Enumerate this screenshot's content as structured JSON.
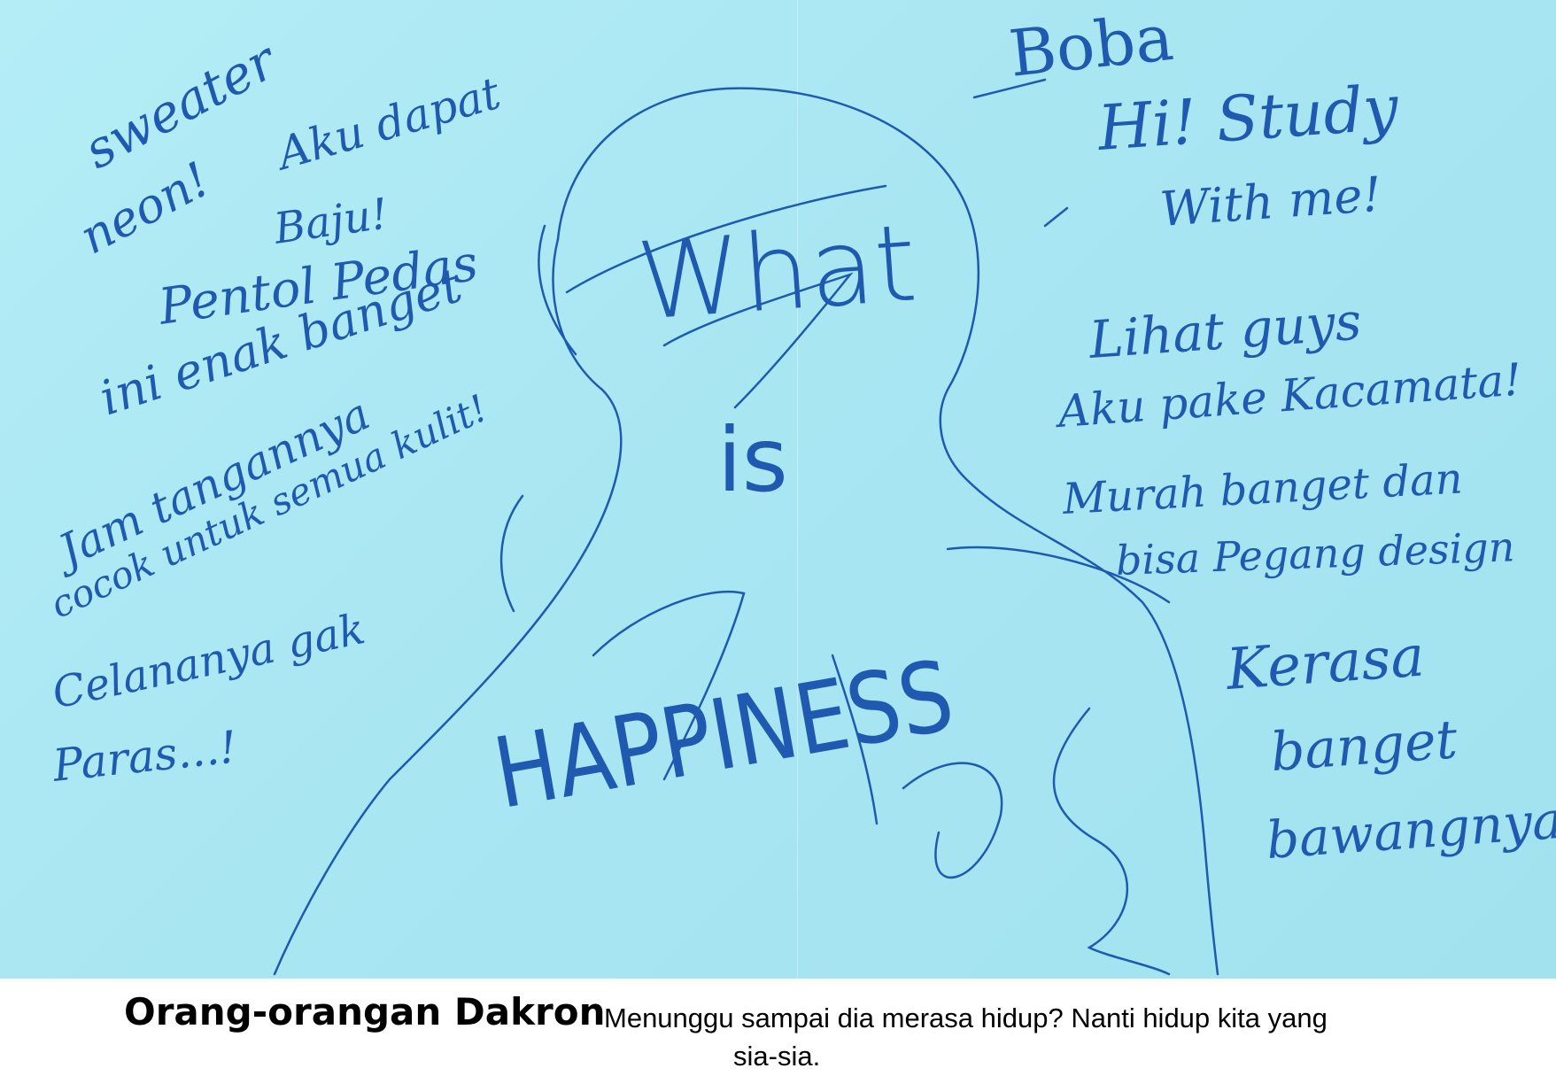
{
  "notes": {
    "sweater": "sweater",
    "neon": "neon!",
    "aku_dapat": "Aku dapat",
    "baju": "Baju!",
    "pentol": "Pentol Pedas",
    "ini_enak": "ini enak banget",
    "jam": "Jam tangannya",
    "cocok": "cocok untuk semua kulit!",
    "celana": "Celananya gak",
    "paras": "Paras...!",
    "boba": "Boba",
    "hi_study": "Hi! Study",
    "with_me": "With me!",
    "lihat": "Lihat guys",
    "aku_pake": "Aku pake Kacamata!",
    "murah": "Murah banget dan",
    "bisa": "bisa Pegang design",
    "kerasa": "Kerasa",
    "banget": "banget",
    "bawang": "bawangnya!",
    "what": "What",
    "is": "is",
    "happiness": "HAPPINESS"
  },
  "caption": {
    "title": "Orang-orangan Dakron",
    "text_line1": "Menunggu sampai dia merasa hidup? Nanti hidup kita yang",
    "text_line2": "sia-sia."
  },
  "colors": {
    "paper": "#a8e6f2",
    "ink": "#1f5ab0"
  }
}
